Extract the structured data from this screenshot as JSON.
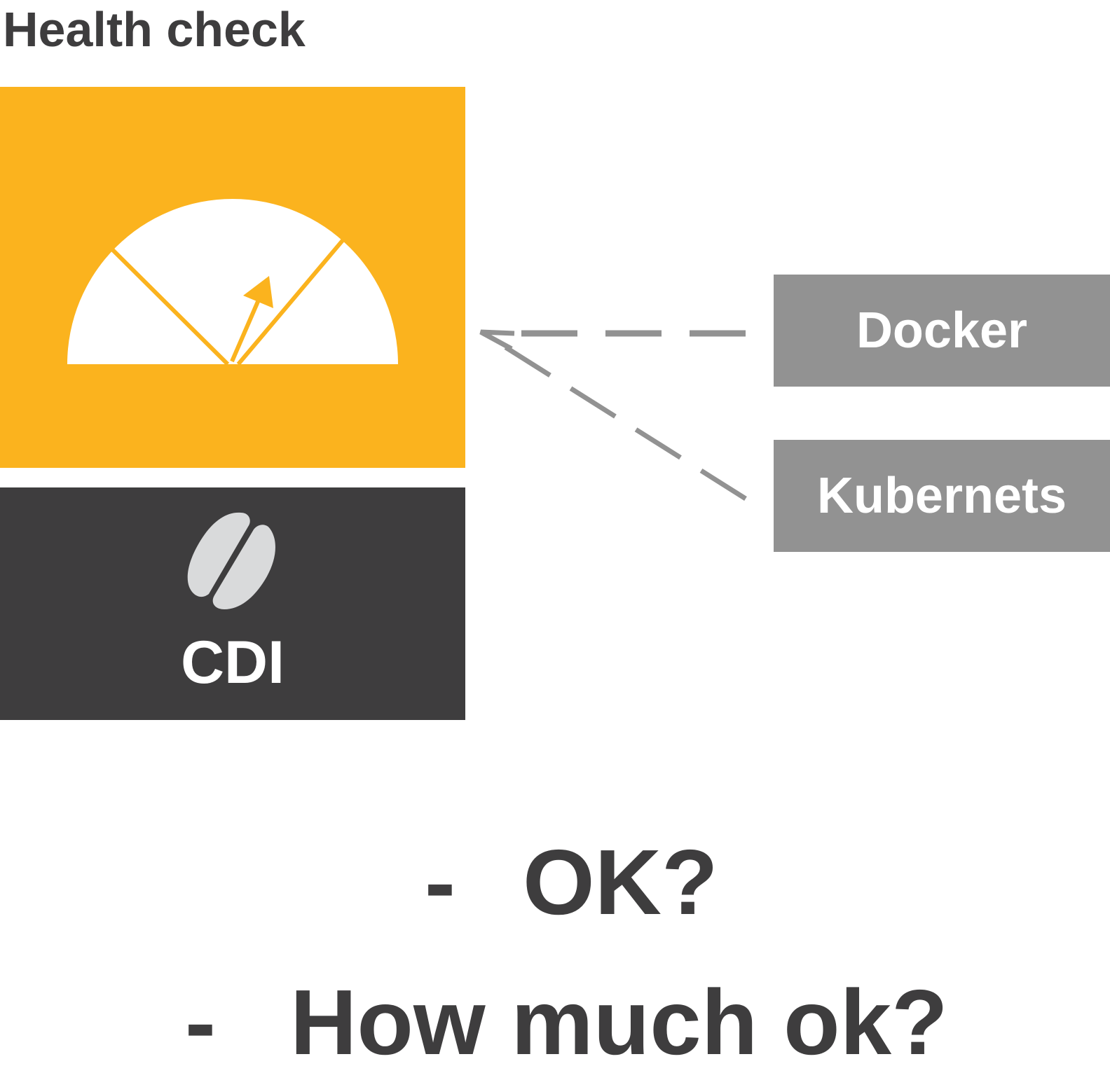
{
  "title": "Health check",
  "gauge": {
    "icon": "gauge-icon",
    "colors": {
      "background": "#fbb31e",
      "dial": "#ffffff"
    }
  },
  "cdi": {
    "label": "CDI",
    "icon": "cdi-logo-icon",
    "colors": {
      "background": "#3e3d3e",
      "logo": "#d9dadb"
    }
  },
  "external": [
    {
      "label": "Docker"
    },
    {
      "label": "Kubernets"
    }
  ],
  "connector_color": "#929292",
  "bullets": [
    {
      "marker": "-",
      "text": "OK?"
    },
    {
      "marker": "-",
      "text": "How much ok?"
    }
  ]
}
